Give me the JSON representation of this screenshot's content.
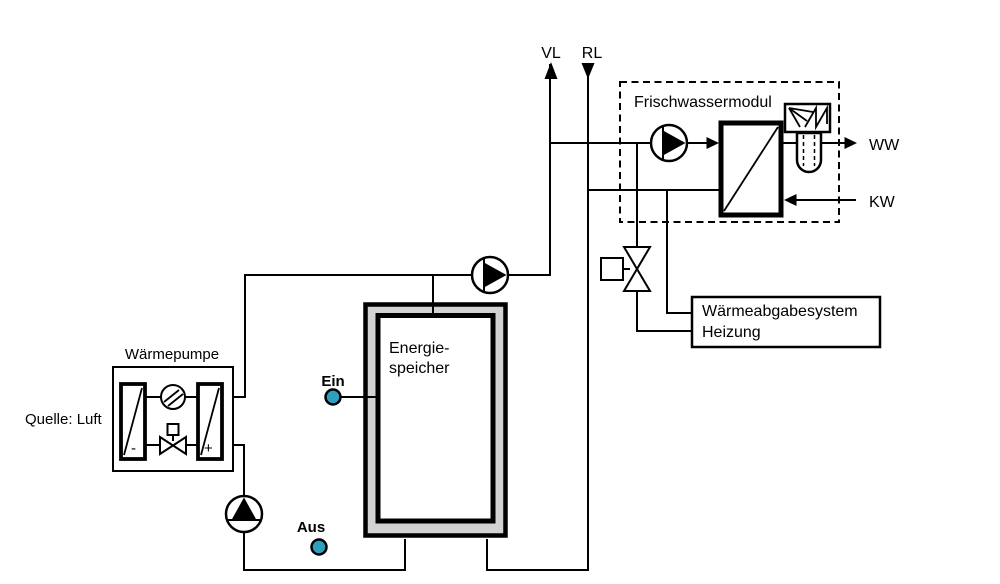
{
  "colors": {
    "line": "#000000",
    "background": "#ffffff",
    "storage_fill": "#d2d2d2",
    "sensor_fill": "#2e9fbe"
  },
  "labels": {
    "vl": "VL",
    "rl": "RL",
    "ww": "WW",
    "kw": "KW",
    "frischwassermodul": "Frischwassermodul",
    "waermeabgabe_line1": "Wärmeabgabesystem",
    "waermeabgabe_line2": "Heizung",
    "energiespeicher_line1": "Energie-",
    "energiespeicher_line2": "speicher",
    "waermepumpe": "Wärmepumpe",
    "quelle": "Quelle: Luft",
    "ein": "Ein",
    "aus": "Aus",
    "evaporator_sign": "-",
    "condenser_sign": "+"
  }
}
